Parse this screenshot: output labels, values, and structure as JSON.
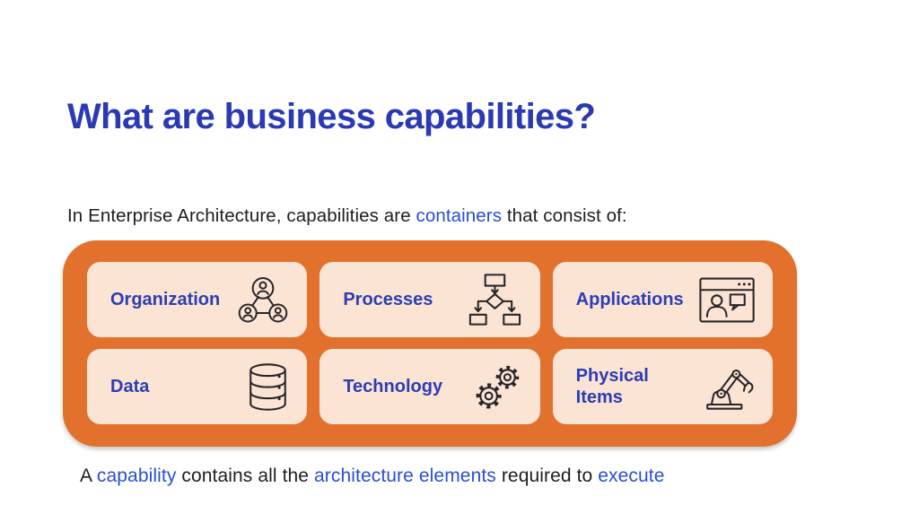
{
  "slide": {
    "title": "What are business capabilities?",
    "intro": {
      "pre": "In Enterprise Architecture, capabilities are ",
      "highlight": "containers",
      "post": " that consist of:"
    },
    "cards": [
      {
        "label": "Organization",
        "icon": "org-chart-icon"
      },
      {
        "label": "Processes",
        "icon": "flowchart-icon"
      },
      {
        "label": "Applications",
        "icon": "app-window-icon"
      },
      {
        "label": "Data",
        "icon": "database-icon"
      },
      {
        "label": "Technology",
        "icon": "gears-icon"
      },
      {
        "label": "Physical Items",
        "icon": "robot-arm-icon"
      }
    ],
    "footer": {
      "segments": [
        {
          "text": "A ",
          "accent": false
        },
        {
          "text": "capability",
          "accent": true
        },
        {
          "text": " contains all the ",
          "accent": false
        },
        {
          "text": "architecture elements",
          "accent": true
        },
        {
          "text": " required to ",
          "accent": false
        },
        {
          "text": "execute",
          "accent": true
        }
      ]
    },
    "colors": {
      "title_blue": "#2b3ab2",
      "label_blue": "#2b3eb5",
      "accent_blue": "#2a4ed2",
      "orange": "#e2712e",
      "card_bg": "#fbe4d3",
      "text_dark": "#1d1e20",
      "icon_stroke": "#26262a",
      "background": "#ffffff"
    }
  }
}
